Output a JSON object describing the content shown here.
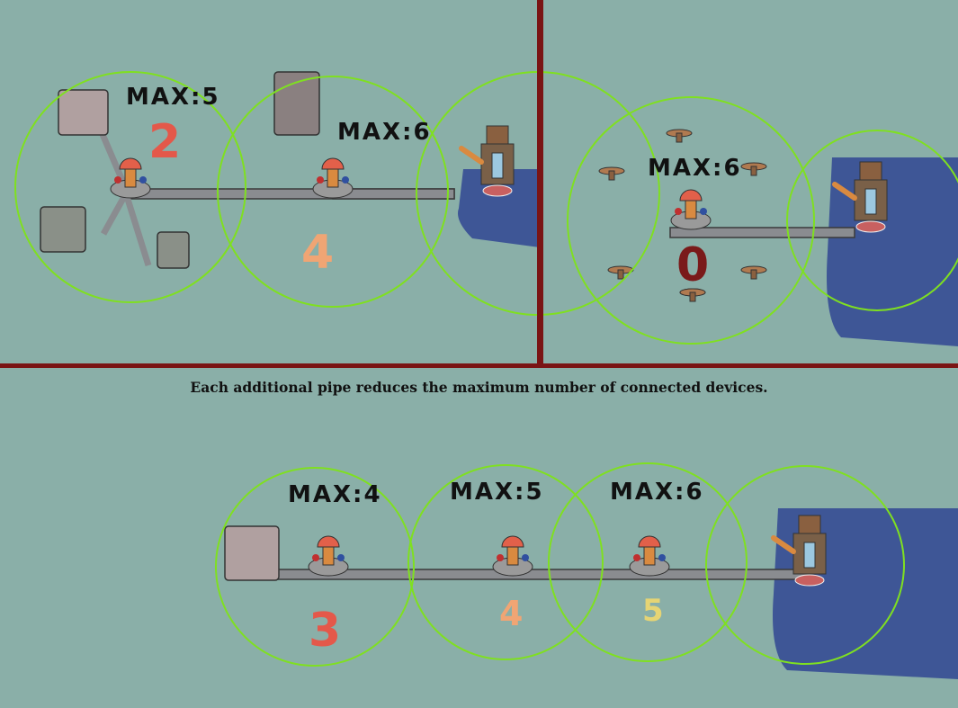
{
  "caption": "Each additional pipe reduces the maximum number of connected devices.",
  "colors": {
    "background": "#8aafa8",
    "range_circle": "#7fe020",
    "divider": "#7a1414",
    "water": "#3e5696",
    "pipe": "#8a8c90"
  },
  "panels": {
    "top_left": {
      "labels": [
        "MAX:5",
        "MAX:6"
      ],
      "counts": [
        "2",
        "4"
      ]
    },
    "top_right": {
      "labels": [
        "MAX:6"
      ],
      "counts": [
        "0"
      ]
    },
    "bottom": {
      "labels": [
        "MAX:4",
        "MAX:5",
        "MAX:6"
      ],
      "counts": [
        "3",
        "4",
        "5"
      ]
    }
  },
  "icons": [
    "pump-icon",
    "sprinkler-station-icon",
    "sprinkler-icon",
    "water-icon",
    "pipe-icon"
  ]
}
